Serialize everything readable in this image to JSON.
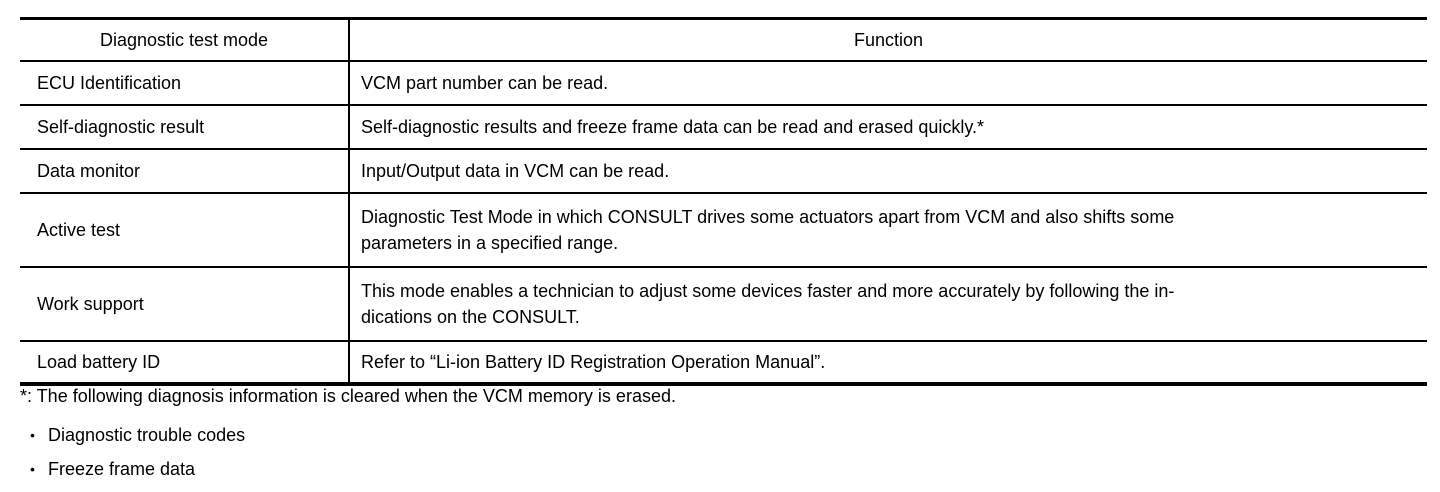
{
  "table": {
    "headers": {
      "mode": "Diagnostic test mode",
      "function": "Function"
    },
    "rows": [
      {
        "mode": "ECU Identification",
        "function": "VCM part number can be read."
      },
      {
        "mode": "Self-diagnostic result",
        "function": "Self-diagnostic results and freeze frame data can be read and erased quickly.*"
      },
      {
        "mode": "Data monitor",
        "function": "Input/Output data in VCM can be read."
      },
      {
        "mode": "Active test",
        "function": "Diagnostic Test Mode in which CONSULT drives some actuators apart from VCM and also shifts some\nparameters in a specified range."
      },
      {
        "mode": "Work support",
        "function": "This mode enables a technician to adjust some devices faster and more accurately by following the in-\ndications on the CONSULT."
      },
      {
        "mode": "Load battery ID",
        "function": "Refer to “Li-ion Battery ID Registration Operation Manual”."
      }
    ]
  },
  "footnote": "*: The following diagnosis information is cleared when the VCM memory is erased.",
  "bullets": [
    {
      "marker": "•",
      "text": "Diagnostic trouble codes"
    },
    {
      "marker": "•",
      "text": "Freeze frame data"
    }
  ],
  "colors": {
    "background": "#ffffff",
    "text": "#000000",
    "border": "#000000"
  }
}
